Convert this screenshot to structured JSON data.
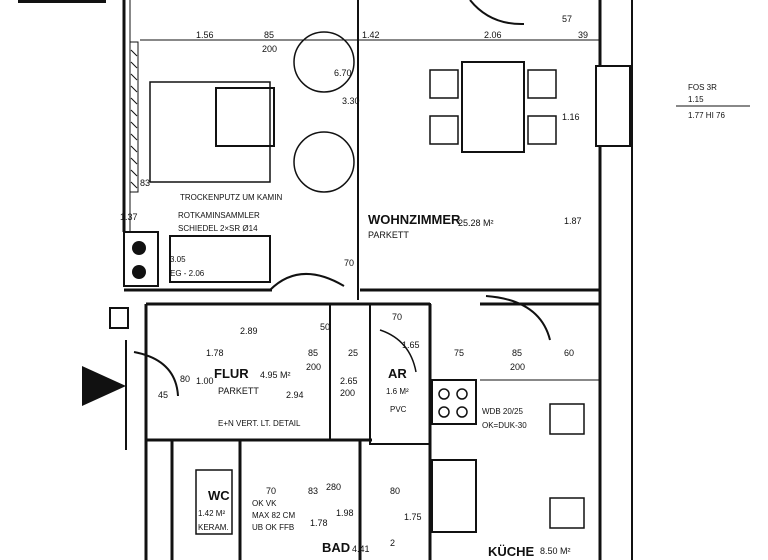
{
  "colors": {
    "ink": "#111111",
    "paper": "#ffffff"
  },
  "arrow_icon": "entrance-arrow-icon",
  "rooms": {
    "wohnzimmer": {
      "name": "WOHNZIMMER",
      "area": "25.28 M²",
      "floor": "PARKETT"
    },
    "flur": {
      "name": "FLUR",
      "area": "4.95 M²",
      "floor": "PARKETT",
      "note": "E+N VERT. LT. DETAIL"
    },
    "ar": {
      "name": "AR",
      "area": "1.6 M²",
      "floor": "PVC"
    },
    "wc": {
      "name": "WC",
      "area": "1.42 M²",
      "floor": "KERAM."
    },
    "bad": {
      "name": "BAD",
      "area": "4.41"
    },
    "kueche": {
      "name": "KÜCHE",
      "area": "8.50 M²"
    }
  },
  "notes": {
    "trockenputz": "TROCKENPUTZ UM KAMIN",
    "rotkaminsammler": "ROTKAMINSAMMLER",
    "schiedel": "SCHIEDEL 2×SR Ø14",
    "chimney_a": "3.05",
    "chimney_b": "EG - 2.06",
    "window_a": "FOS 3R",
    "window_b": "1.15",
    "window_c": "1.77 HI 76",
    "wdb": "WDB 20/25",
    "ok_duk": "OK=DUK-30",
    "vk": "OK VK",
    "max": "MAX 82 CM",
    "ub": "UB OK FFB"
  },
  "dims": {
    "d156": "1.56",
    "d85a": "85",
    "d200a": "200",
    "d142": "1.42",
    "d206": "2.06",
    "d39": "39",
    "d57": "57",
    "d670": "6.70",
    "d330": "3.30",
    "d116": "1.16",
    "d187": "1.87",
    "d83": "83",
    "d137": "1.37",
    "d70a": "70",
    "d289": "2.89",
    "d178": "1.78",
    "d85b": "85",
    "d200b": "200",
    "d25": "25",
    "d75": "75",
    "d85c": "85",
    "d200c": "200",
    "d60": "60",
    "d50": "50",
    "d70b": "70",
    "d165": "1.65",
    "d294": "2.94",
    "d265": "2.65",
    "d200d": "200",
    "d100": "1.00",
    "d80": "80",
    "d45": "45",
    "d70c": "70",
    "d83b": "83",
    "d280": "280",
    "d80b": "80",
    "d198": "1.98",
    "d175": "1.75",
    "d178b": "1.78",
    "d2": "2"
  }
}
